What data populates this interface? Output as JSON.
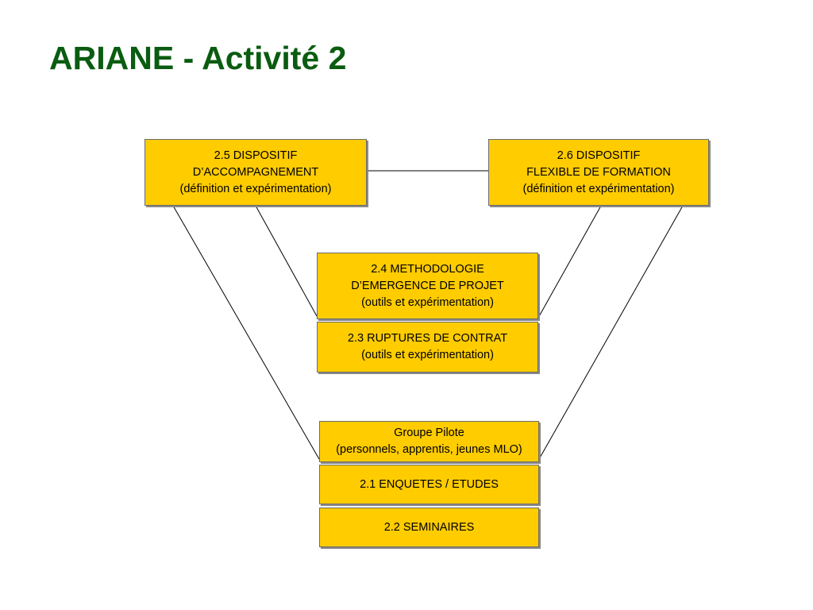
{
  "slide": {
    "title": "ARIANE - Activité 2"
  },
  "boxes": {
    "b25": {
      "line1": "2.5 DISPOSITIF",
      "line2": "D’ACCOMPAGNEMENT",
      "line3": "(définition et expérimentation)"
    },
    "b26": {
      "line1": "2.6 DISPOSITIF",
      "line2": "FLEXIBLE DE FORMATION",
      "line3": "(définition et expérimentation)"
    },
    "b24": {
      "line1": "2.4 METHODOLOGIE",
      "line2": "D’EMERGENCE DE PROJET",
      "line3": "(outils et expérimentation)"
    },
    "b23": {
      "line1": "2.3 RUPTURES DE CONTRAT",
      "line2": "(outils et expérimentation)"
    },
    "groupe_pilote": {
      "line1": "Groupe Pilote",
      "line2": "(personnels, apprentis, jeunes MLO)"
    },
    "b21": {
      "line1": "2.1 ENQUETES / ETUDES"
    },
    "b22": {
      "line1": "2.2 SEMINAIRES"
    }
  },
  "colors": {
    "title": "#0a5c10",
    "box_fill": "#ffcc00",
    "box_border": "#6b6b6b",
    "connector": "#000000"
  }
}
